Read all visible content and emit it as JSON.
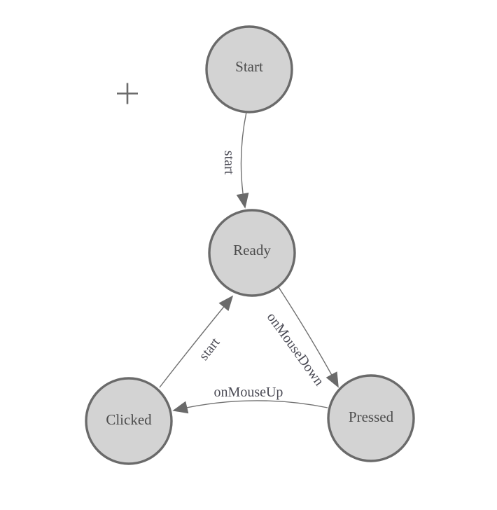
{
  "diagram": {
    "type": "state-machine",
    "colors": {
      "background": "#ffffff",
      "node_fill": "#d3d3d3",
      "node_stroke": "#6a6a6a",
      "edge_stroke": "#707070",
      "arrowhead_fill": "#6a6a6a",
      "node_text": "#4c4c4c",
      "edge_label_text": "#4b4b55",
      "crosshair": "#6b6b6b"
    },
    "nodes": [
      {
        "id": "start",
        "label": "Start"
      },
      {
        "id": "ready",
        "label": "Ready"
      },
      {
        "id": "clicked",
        "label": "Clicked"
      },
      {
        "id": "pressed",
        "label": "Pressed"
      }
    ],
    "edges": [
      {
        "from": "start",
        "to": "ready",
        "label": "start"
      },
      {
        "from": "ready",
        "to": "pressed",
        "label": "onMouseDown"
      },
      {
        "from": "pressed",
        "to": "clicked",
        "label": "onMouseUp"
      },
      {
        "from": "clicked",
        "to": "ready",
        "label": "start"
      }
    ],
    "crosshair_marker": "plus"
  }
}
